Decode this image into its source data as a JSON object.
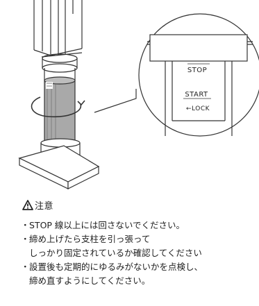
{
  "illustration": {
    "callout_labels": {
      "stop": "STOP",
      "start": "START",
      "lock": "LOCK",
      "lock_arrow": "←"
    }
  },
  "caution": {
    "icon": "warning-triangle-icon",
    "title": "注意",
    "bullet": "・",
    "notes": [
      {
        "lines": [
          "STOP 線以上には回さないでください。"
        ]
      },
      {
        "lines": [
          "締め上げたら支柱を引っ張って",
          "しっかり固定されているか確認してください"
        ]
      },
      {
        "lines": [
          "設置後も定期的にゆるみがないかを点検し、",
          "締め直すようにしてください。"
        ]
      }
    ]
  }
}
